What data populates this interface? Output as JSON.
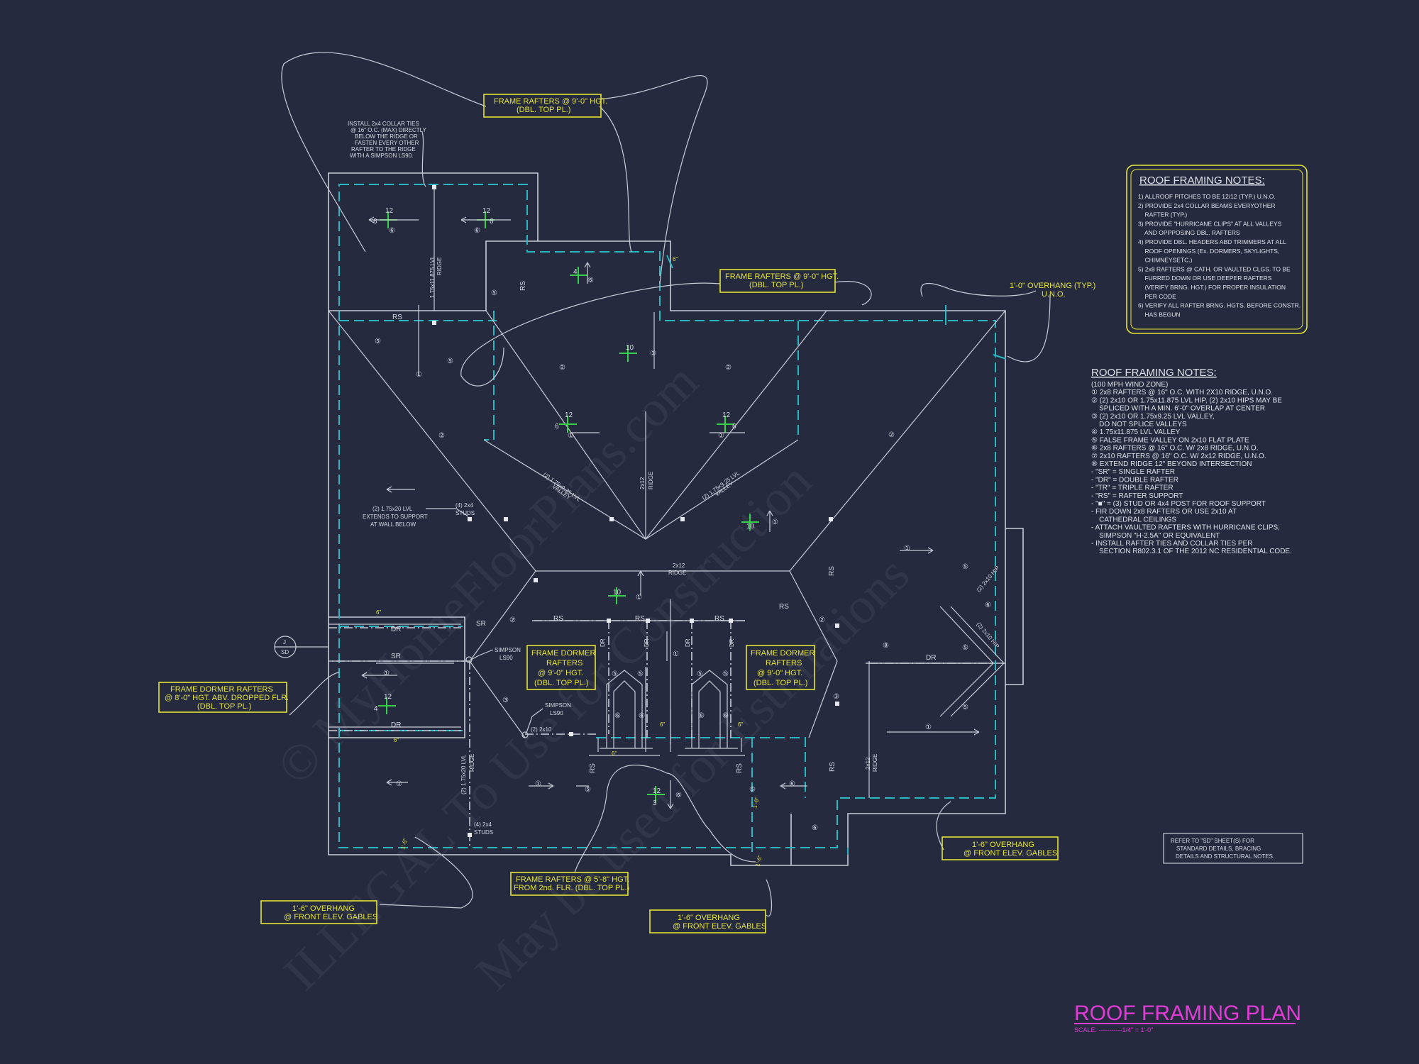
{
  "title": "ROOF FRAMING PLAN",
  "scale": "SCALE: -----------1/4\" = 1'-0\"",
  "watermarks": [
    "© MyHomeFloorPlans.com",
    "ILLEGAL To Use for Construction",
    "May be used for Estimations"
  ],
  "callouts": {
    "frame_top_1": [
      "FRAME RAFTERS @ 9'-0\" HGT.",
      "(DBL. TOP PL.)"
    ],
    "frame_top_2": [
      "FRAME RAFTERS @ 9'-0\" HGT.",
      "(DBL. TOP PL.)"
    ],
    "overhang_typ": [
      "1'-0\" OVERHANG (TYP.)",
      "U.N.O."
    ],
    "dormer_left": [
      "FRAME DORMER RAFTERS",
      "@ 8'-0\" HGT. ABV. DROPPED FLR.",
      "(DBL. TOP PL.)"
    ],
    "dormer_mid": [
      "FRAME DORMER",
      "RAFTERS",
      "@ 9'-0\" HGT.",
      "(DBL. TOP PL.)"
    ],
    "dormer_right": [
      "FRAME DORMER",
      "RAFTERS",
      "@ 9'-0\" HGT.",
      "(DBL. TOP PL.)"
    ],
    "frame_bottom": [
      "FRAME RAFTERS @ 5'-8\" HGT.",
      "FROM 2nd. FLR. (DBL. TOP PL.)"
    ],
    "overhang_left": [
      "1'-6\" OVERHANG",
      "@ FRONT ELEV. GABLES"
    ],
    "overhang_mid": [
      "1'-6\" OVERHANG",
      "@ FRONT ELEV. GABLES"
    ],
    "overhang_right": [
      "1'-6\" OVERHANG",
      "@ FRONT ELEV. GABLES"
    ]
  },
  "collar_note": [
    "INSTALL 2x4 COLLAR TIES",
    "@ 16\" O.C. (MAX) DIRECTLY",
    "BELOW THE RIDGE OR",
    "FASTEN EVERY OTHER",
    "RAFTER TO THE RIDGE",
    "WITH A SIMPSON LS90."
  ],
  "refer_note": [
    "REFER TO \"SD\" SHEET(S) FOR",
    "STANDARD DETAILS, BRACING",
    "DETAILS AND STRUCTURAL NOTES."
  ],
  "notes_box": {
    "title": "ROOF FRAMING NOTES:",
    "items": [
      "1) ALLROOF PITCHES TO BE 12/12 (TYP.) U.N.O.",
      "2) PROVIDE 2x4 COLLAR BEAMS EVERYOTHER",
      "    RAFTER (TYP.)",
      "3) PROVIDE \"HURRICANE CLIPS\" AT ALL VALLEYS",
      "    AND OPPPOSING DBL. RAFTERS",
      "4) PROVIDE DBL. HEADERS ABD TRIMMERS AT ALL",
      "    ROOF OPENINGS (Ex. DORMERS, SKYLIGHTS,",
      "    CHIMNEYSETC.)",
      "5) 2x8 RAFTERS @ CATH. OR VAULTED CLGS. TO BE",
      "    FURRED DOWN OR USE DEEPER RAFTERS",
      "    (VERIFY BRNG. HGT.) FOR PROPER INSULATION",
      "    PER CODE",
      "6) VERIFY ALL RAFTER BRNG. HGTS. BEFORE CONSTR.",
      "    HAS BEGUN"
    ]
  },
  "notes_list": {
    "title": "ROOF FRAMING NOTES:",
    "items": [
      "(100 MPH WIND ZONE)",
      "① 2x8 RAFTERS @ 16\" O.C. WITH 2X10 RIDGE, U.N.O.",
      "② (2) 2x10 OR 1.75x11.875 LVL HIP, (2) 2x10 HIPS MAY BE",
      "    SPLICED WITH A MIN. 6'-0\" OVERLAP AT CENTER",
      "③ (2) 2x10 OR 1.75x9.25 LVL VALLEY,",
      "    DO NOT SPLICE VALLEYS",
      "④ 1.75x11.875 LVL VALLEY",
      "⑤ FALSE FRAME VALLEY ON 2x10 FLAT PLATE",
      "⑥ 2x8 RAFTERS @ 16\" O.C. W/ 2x8 RIDGE, U.N.O.",
      "⑦ 2x10 RAFTERS @ 16\" O.C. W/ 2x12 RIDGE, U.N.O.",
      "⑧ EXTEND RIDGE 12\" BEYOND INTERSECTION",
      "- \"SR\" = SINGLE RAFTER",
      "- \"DR\" = DOUBLE RAFTER",
      "- \"TR\" = TRIPLE RAFTER",
      "- \"RS\" = RAFTER SUPPORT",
      "- \"■\" = (3) STUD OR 4x4 POST FOR ROOF SUPPORT",
      "- FIR DOWN 2x8 RAFTERS OR USE 2x10 AT",
      "    CATHEDRAL CEILINGS",
      "- ATTACH VAULTED RAFTERS WITH HURRICANE CLIPS;",
      "    SIMPSON \"H-2.5A\" OR EQUIVALENT",
      "- INSTALL RAFTER TIES AND COLLAR TIES PER",
      "    SECTION R802.3.1 OF THE 2012 NC RESIDENTIAL CODE."
    ]
  },
  "labels": {
    "ridge_top_left": "1.75x11.875 LVL",
    "ridge_word": "RIDGE",
    "rs": "RS",
    "sr": "SR",
    "dr": "DR",
    "ridge_2x12": "2x12",
    "valley_left": "(2) 1.75x9.25 LVL",
    "valley_word": "VALLEY",
    "valley_right": "(2) 1.75x9.25 LVL",
    "lvl_support": [
      "(2) 1.75x20 LVL",
      "EXTENDS TO SUPPORT",
      "AT WALL BELOW"
    ],
    "studs": [
      "(4) 2x4",
      "STUDS"
    ],
    "simpson": [
      "SIMPSON",
      "LS90"
    ],
    "ridge_2x10": "(2) 2x10",
    "lvl_ridge_bottom": "(2) 1.75x20 LVL",
    "hip_right_1": "(2) 2x10 HIP",
    "hip_right_2": "(2) 2x10 HIP",
    "section_tag": [
      "J",
      "SD"
    ],
    "pitch_12": "12",
    "pitch_6": "6",
    "pitch_4": "4",
    "pitch_10": "10",
    "pitch_3": "3",
    "dim_6in": "6\"",
    "dim_1ft6": "1'-6\""
  },
  "circles": [
    "①",
    "②",
    "③",
    "⑤",
    "⑥",
    "⑧"
  ]
}
